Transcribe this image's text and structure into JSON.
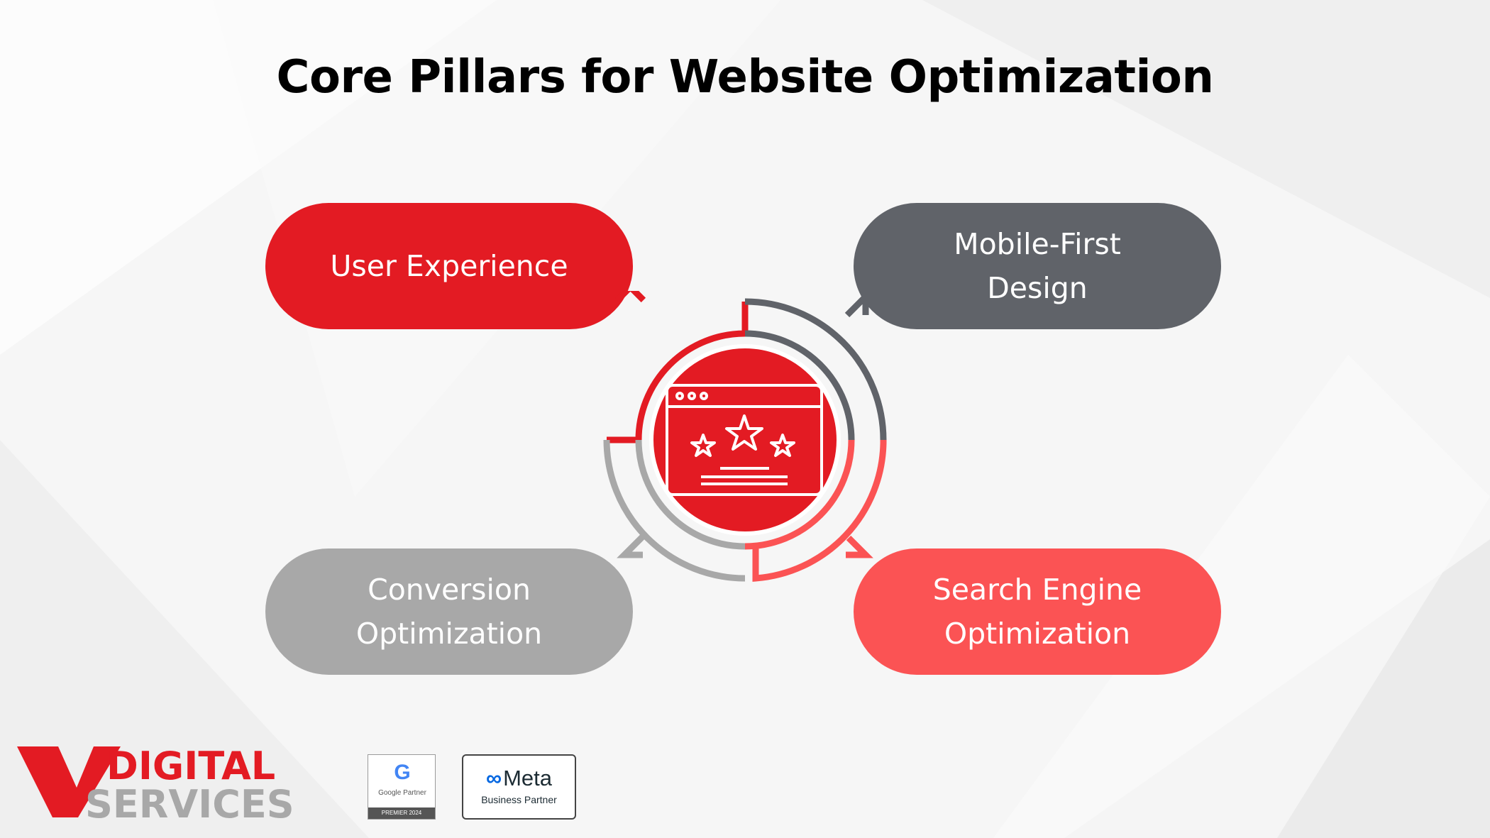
{
  "title": "Core Pillars for Website Optimization",
  "pillars": [
    {
      "line1": "User Experience",
      "line2": "",
      "color": "#e31b23"
    },
    {
      "line1": "Mobile-First",
      "line2": "Design",
      "color": "#606369"
    },
    {
      "line1": "Conversion",
      "line2": "Optimization",
      "color": "#a8a8a8"
    },
    {
      "line1": "Search Engine",
      "line2": "Optimization",
      "color": "#fb5354"
    }
  ],
  "center_icon": "website-rating-stars-icon",
  "logo": {
    "line1": "DIGITAL",
    "line2": "SERVICES"
  },
  "badges": {
    "google": {
      "letter": "G",
      "label": "Google Partner",
      "sub": "PREMIER 2024"
    },
    "meta": {
      "brand": "Meta",
      "label": "Business Partner"
    }
  },
  "colors": {
    "red": "#e31b23",
    "dark_gray": "#606369",
    "light_gray": "#a8a8a8",
    "coral": "#fb5354"
  }
}
